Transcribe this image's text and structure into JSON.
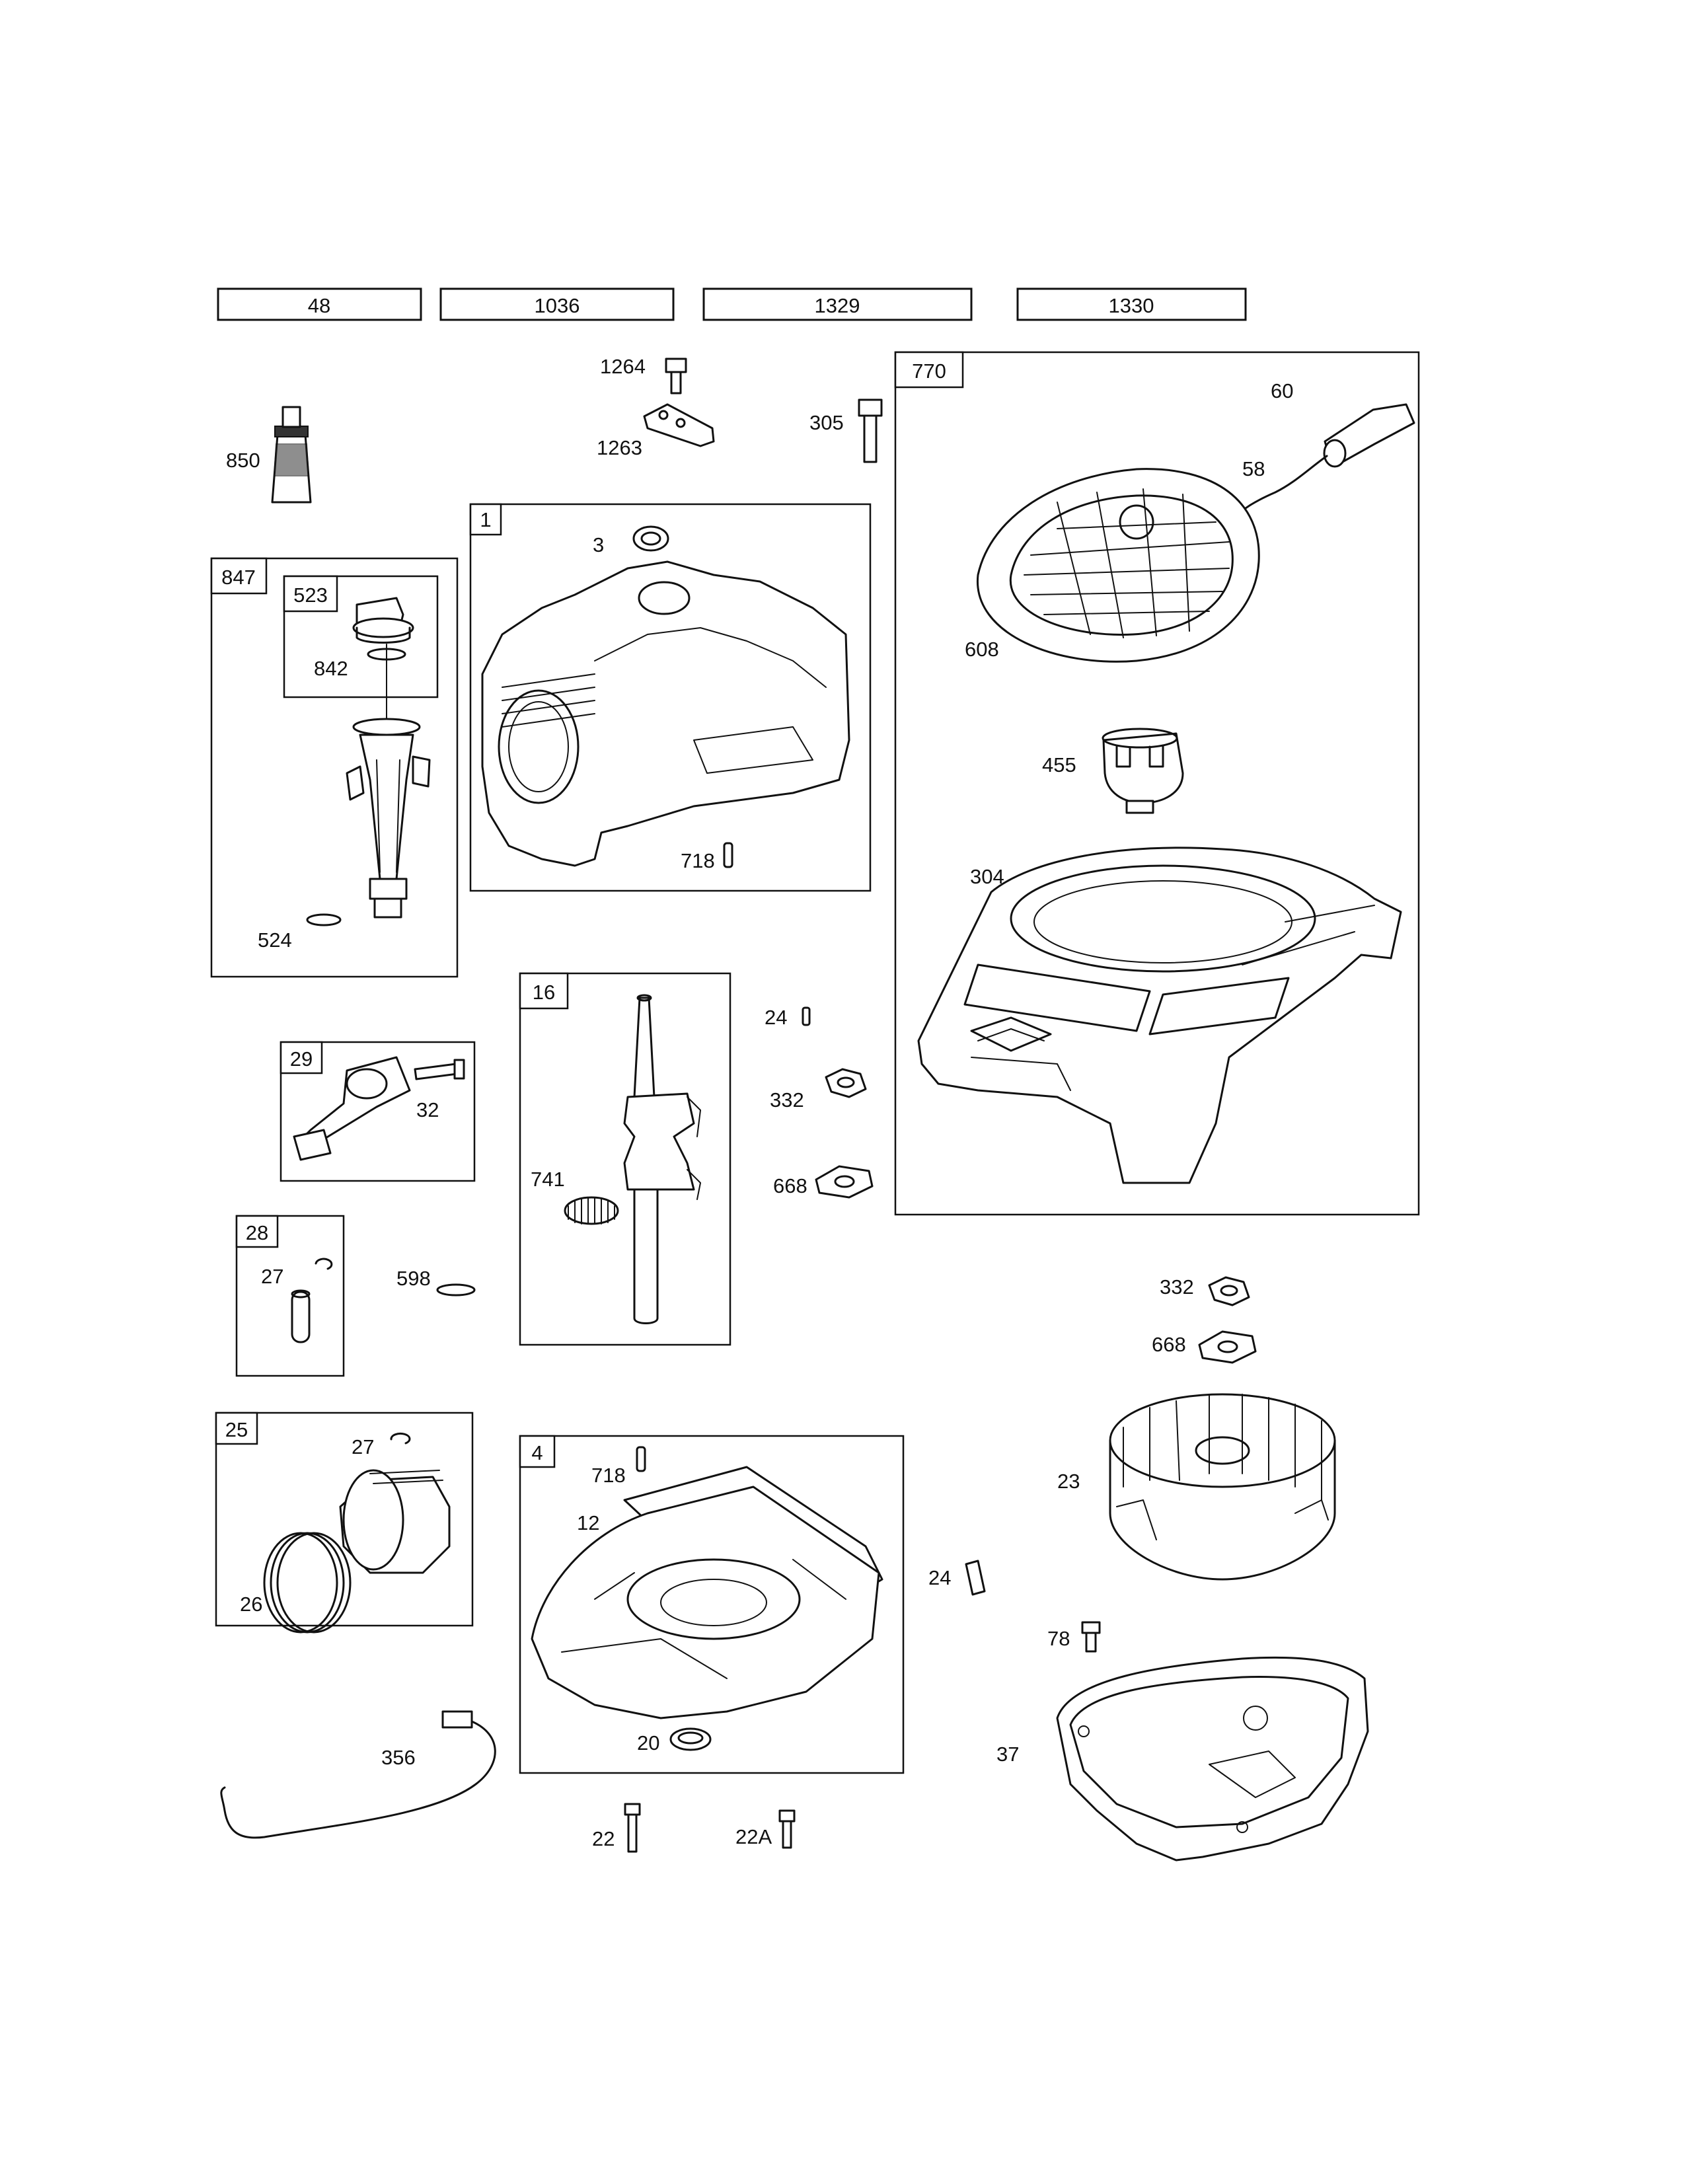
{
  "header_kits": [
    "48",
    "1036",
    "1329",
    "1330"
  ],
  "groups": {
    "g847": "847",
    "g523": "523",
    "g1": "1",
    "g770": "770",
    "g16": "16",
    "g29": "29",
    "g28": "28",
    "g25": "25",
    "g4": "4"
  },
  "callouts": {
    "c850": "850",
    "c1264": "1264",
    "c1263": "1263",
    "c305": "305",
    "c60": "60",
    "c58": "58",
    "c608": "608",
    "c455": "455",
    "c304": "304",
    "c3": "3",
    "c718a": "718",
    "c842": "842",
    "c524": "524",
    "c24a": "24",
    "c332a": "332",
    "c668a": "668",
    "c741": "741",
    "c32": "32",
    "c27a": "27",
    "c598": "598",
    "c27b": "27",
    "c26": "26",
    "c718b": "718",
    "c12": "12",
    "c20": "20",
    "c22": "22",
    "c22a": "22A",
    "c356": "356",
    "c332b": "332",
    "c668b": "668",
    "c23": "23",
    "c24b": "24",
    "c78": "78",
    "c37": "37"
  }
}
